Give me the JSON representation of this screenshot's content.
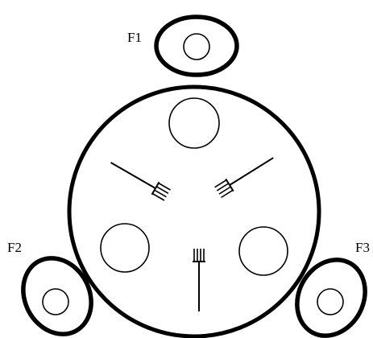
{
  "labels": {
    "f1": "F1",
    "f2": "F2",
    "f3": "F3"
  },
  "colors": {
    "stroke": "#000000",
    "background": "#ffffff"
  },
  "icons": [
    "fork-icon"
  ]
}
